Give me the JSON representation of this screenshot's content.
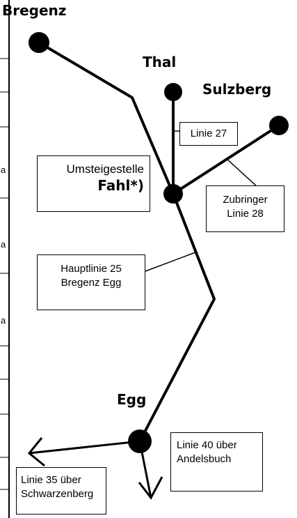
{
  "stations": {
    "bregenz": "Bregenz",
    "thal": "Thal",
    "sulzberg": "Sulzberg",
    "egg": "Egg"
  },
  "boxes": {
    "linie27": "Linie 27",
    "transfer_line1": "Umsteigestelle",
    "transfer_line2": "Fahl*)",
    "zubringer_line1": "Zubringer",
    "zubringer_line2": "Linie 28",
    "hauptlinie_line1": "Hauptlinie 25",
    "hauptlinie_line2": "Bregenz Egg",
    "linie40_line1": "Linie 40 über",
    "linie40_line2": "Andelsbuch",
    "linie35_line1": "Linie 35 über",
    "linie35_line2": "Schwarzenberg"
  },
  "edge_marks": [
    "a",
    "a",
    "a"
  ]
}
